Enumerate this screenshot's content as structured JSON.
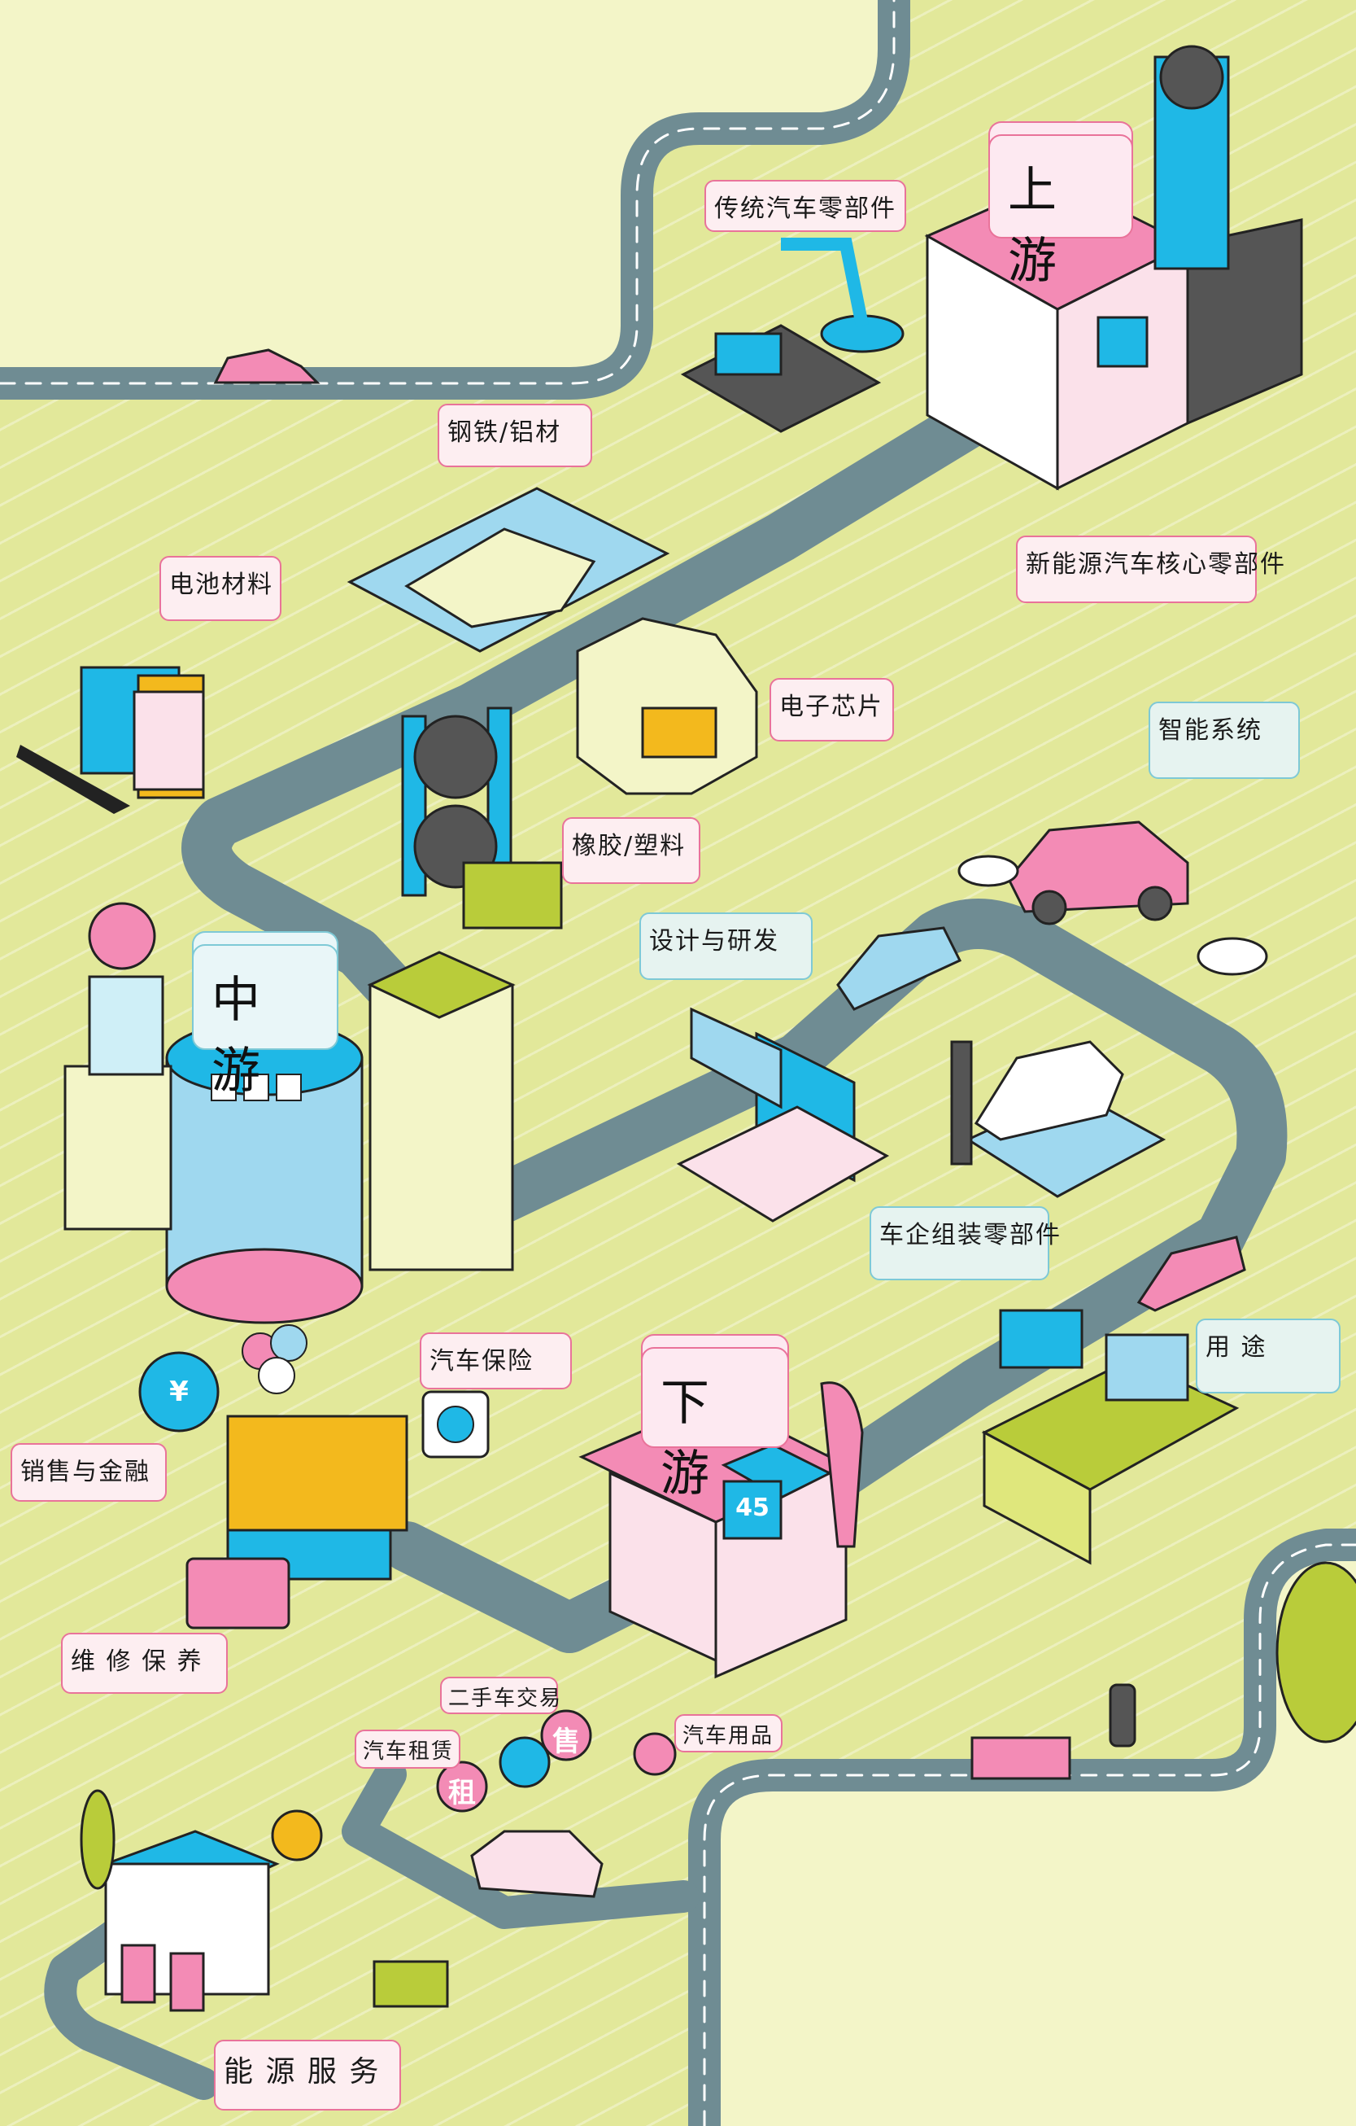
{
  "colors": {
    "background": "#e2e89a",
    "cream": "#f3f5c8",
    "road": "#6f8c93",
    "pink": "#f38bb5",
    "cyan": "#1fb8e6",
    "yellow": "#f3b91d",
    "olive": "#b9cc3a"
  },
  "sections": {
    "upstream": "上 游",
    "midstream": "中 游",
    "downstream": "下 游"
  },
  "upstream_items": {
    "traditional_parts": "传统汽车零部件",
    "steel_aluminum": "钢铁/铝材",
    "battery_materials": "电池材料",
    "nev_core_parts": "新能源汽车核心零部件",
    "electronic_chips": "电子芯片",
    "smart_systems": "智能系统",
    "rubber_plastic": "橡胶/塑料"
  },
  "midstream_items": {
    "design_rd": "设计与研发",
    "oem_assembly": "车企组装零部件"
  },
  "downstream_items": {
    "insurance": "汽车保险",
    "usage": "用 途",
    "sales_finance": "销售与金融",
    "maintenance": "维 修 保 养",
    "used_car": "二手车交易",
    "rental": "汽车租赁",
    "accessories": "汽车用品",
    "energy_service": "能 源 服 务"
  },
  "signs": {
    "yuan": "¥",
    "number": "45",
    "rent": "租",
    "sell": "售"
  }
}
